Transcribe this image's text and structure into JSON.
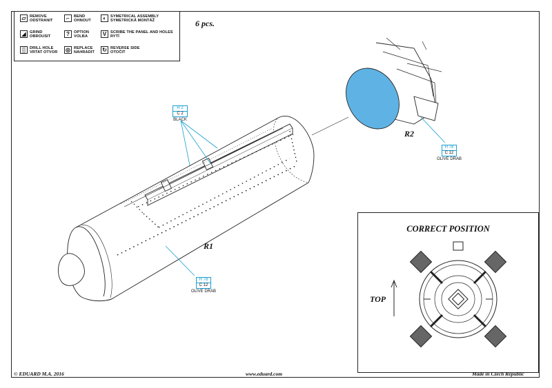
{
  "legend": [
    {
      "icon": "remove-icon",
      "glyph": "▱",
      "line1": "REMOVE",
      "line2": "ODSTRANIT"
    },
    {
      "icon": "bend-icon",
      "glyph": "⌐",
      "line1": "BEND",
      "line2": "OHNOUT"
    },
    {
      "icon": "symmetrical-icon",
      "glyph": "◐",
      "line1": "SYMETRICAL ASSEMBLY",
      "line2": "SYMETRICKÁ MONTÁŽ"
    },
    {
      "icon": "grind-icon",
      "glyph": "◢",
      "line1": "GRIND",
      "line2": "OBROUSIT"
    },
    {
      "icon": "option-icon",
      "glyph": "?",
      "line1": "OPTION",
      "line2": "VOLBA"
    },
    {
      "icon": "scribe-icon",
      "glyph": "V",
      "line1": "SCRIBE THE PANEL AND HOLES",
      "line2": "RYTÍ"
    },
    {
      "icon": "drill-icon",
      "glyph": "▒",
      "line1": "DRILL HOLE",
      "line2": "VRTAT OTVOR"
    },
    {
      "icon": "replace-icon",
      "glyph": "◎",
      "line1": "REPLACE",
      "line2": "NAHRADIT"
    },
    {
      "icon": "reverse-icon",
      "glyph": "↻",
      "line1": "REVERSE SIDE",
      "line2": "OTOČIT"
    }
  ],
  "quantity": "6 pcs.",
  "parts": {
    "r1": "R1",
    "r2": "R2"
  },
  "paints": [
    {
      "h": "H 2",
      "c": "C 2",
      "name": "BLACK"
    },
    {
      "h": "H 78",
      "c": "C 12",
      "name": "OLIVE DRAB"
    },
    {
      "h": "H 78",
      "c": "C 12",
      "name": "OLIVE DRAB"
    }
  ],
  "inset": {
    "title": "CORRECT POSITION",
    "top_label": "TOP"
  },
  "footer": {
    "copyright": "© EDUARD  M.A. 2016",
    "website": "www.eduard.com",
    "origin": "Made in Czech Republic"
  },
  "colors": {
    "blue_fill": "#5fb3e4",
    "paint_code": "#1a9fd0",
    "line": "#222222"
  }
}
